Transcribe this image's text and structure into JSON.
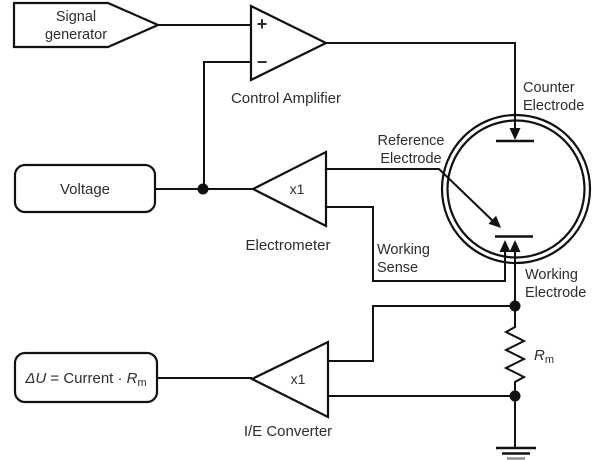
{
  "colors": {
    "line": "#111111",
    "text": "#2d2d2d",
    "background": "#ffffff"
  },
  "blocks": {
    "signal_generator": {
      "line1": "Signal",
      "line2": "generator"
    },
    "control_amplifier": {
      "label": "Control Amplifier",
      "plus": "+",
      "minus": "−"
    },
    "voltage": {
      "label": "Voltage"
    },
    "electrometer": {
      "label": "Electrometer",
      "gain": "x1"
    },
    "ie_converter": {
      "label": "I/E Converter",
      "gain": "x1"
    },
    "output_box": {
      "delta": "ΔU",
      "eq": " = Current · ",
      "r": "R",
      "r_sub": "m"
    }
  },
  "cell": {
    "counter_electrode": {
      "line1": "Counter",
      "line2": "Electrode"
    },
    "reference_electrode": {
      "line1": "Reference",
      "line2": "Electrode"
    },
    "working_sense": {
      "line1": "Working",
      "line2": "Sense"
    },
    "working_electrode": {
      "line1": "Working",
      "line2": "Electrode"
    }
  },
  "resistor": {
    "r": "R",
    "sub": "m"
  }
}
